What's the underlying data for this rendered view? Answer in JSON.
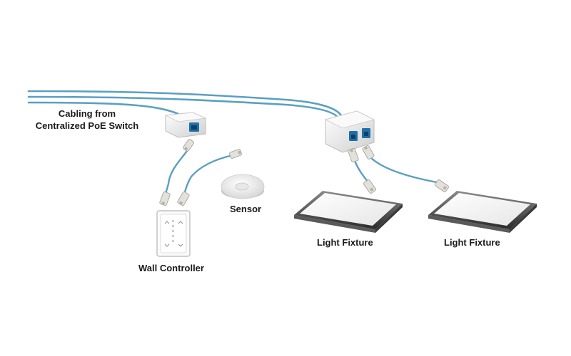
{
  "diagram": {
    "labels": {
      "cabling_line1": "Cabling from",
      "cabling_line2": "Centralized PoE Switch",
      "sensor": "Sensor",
      "wall_controller": "Wall Controller",
      "light_fixture_1": "Light Fixture",
      "light_fixture_2": "Light Fixture"
    },
    "colors": {
      "cable": "#5b9fc2",
      "cable_highlight": "#a9d3e8",
      "connector": "#e3e1dc",
      "device_body": "#f3f3f3",
      "port": "#1f6fa8",
      "panel_frame": "#3a3a3a",
      "panel_face": "#ffffff"
    },
    "icons": [
      "junction-box-icon",
      "dual-port-junction-icon",
      "rj45-connector-icon",
      "ceiling-sensor-icon",
      "wall-controller-icon",
      "flat-panel-light-icon"
    ]
  }
}
